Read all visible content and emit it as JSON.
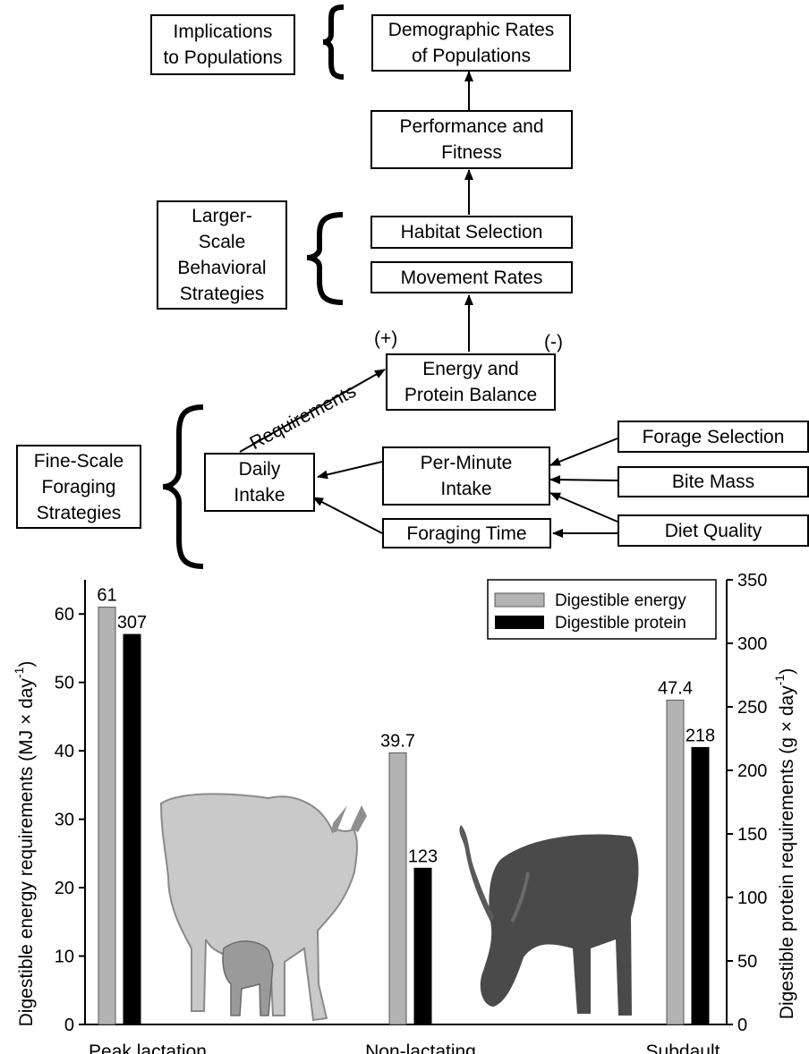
{
  "diagram": {
    "boxes": {
      "implications": "Implications\nto Populations",
      "demographic": "Demographic Rates\nof Populations",
      "performance": "Performance and\nFitness",
      "larger_scale": "Larger-\nScale\nBehavioral\nStrategies",
      "habitat": "Habitat Selection",
      "movement": "Movement Rates",
      "energy_balance": "Energy and\nProtein Balance",
      "fine_scale": "Fine-Scale\nForaging\nStrategies",
      "daily_intake": "Daily\nIntake",
      "per_minute": "Per-Minute\nIntake",
      "foraging_time": "Foraging Time",
      "forage_selection": "Forage Selection",
      "bite_mass": "Bite Mass",
      "diet_quality": "Diet Quality"
    },
    "labels": {
      "plus": "(+)",
      "minus": "(-)",
      "requirements": "Requirements"
    }
  },
  "chart_data": {
    "type": "bar",
    "categories": [
      "Peak lactation",
      "Non-lactating",
      "Subdault"
    ],
    "series": [
      {
        "name": "Digestible energy",
        "axis": "left",
        "color": "#b3b3b3",
        "values": [
          61,
          39.7,
          47.4
        ],
        "labels": [
          "61",
          "39.7",
          "47.4"
        ]
      },
      {
        "name": "Digestible protein",
        "axis": "right",
        "color": "#000000",
        "values": [
          307,
          123,
          218
        ],
        "labels": [
          "307",
          "123",
          "218"
        ]
      }
    ],
    "ylabel_left": "Digestible energy requirements (MJ × day",
    "ylabel_right": "Digestible protein requirements (g × day",
    "ylabel_sup": "-1",
    "ylabel_close": ")",
    "ylim_left": [
      0,
      65
    ],
    "yticks_left": [
      "0",
      "10",
      "20",
      "30",
      "40",
      "50",
      "60"
    ],
    "ylim_right": [
      0,
      350
    ],
    "yticks_right": [
      "0",
      "50",
      "100",
      "150",
      "200",
      "250",
      "300",
      "350"
    ],
    "legend_position": "top-right",
    "grid": false,
    "illustrations": [
      "caribou-cow-with-calf",
      "grazing-caribou"
    ]
  }
}
